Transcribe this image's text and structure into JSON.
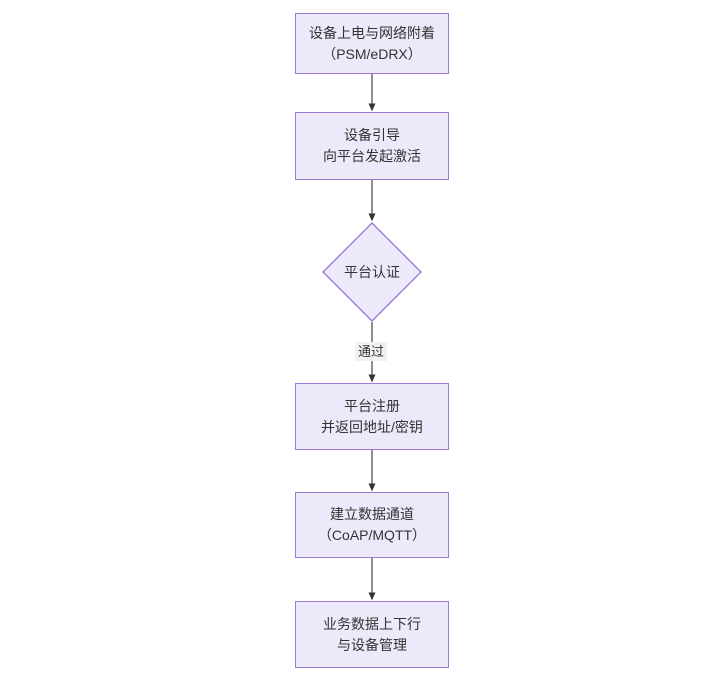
{
  "diagram": {
    "type": "flowchart",
    "orientation": "top-to-bottom",
    "title_visible": false,
    "palette": {
      "node_fill": "#ECEAFA",
      "node_border": "#9E7BD6",
      "text": "#333333",
      "edge_line": "#333333",
      "edge_label_bg": "#F2F2F2",
      "canvas": "#FFFFFF"
    },
    "nodes": [
      {
        "id": "n1",
        "shape": "rectangle",
        "lines": [
          "设备上电与网络附着",
          "（PSM/eDRX）"
        ]
      },
      {
        "id": "n2",
        "shape": "rectangle",
        "lines": [
          "设备引导",
          "向平台发起激活"
        ]
      },
      {
        "id": "n3",
        "shape": "diamond",
        "lines": [
          "平台认证"
        ]
      },
      {
        "id": "n4",
        "shape": "rectangle",
        "lines": [
          "平台注册",
          "并返回地址/密钥"
        ]
      },
      {
        "id": "n5",
        "shape": "rectangle",
        "lines": [
          "建立数据通道",
          "（CoAP/MQTT）"
        ]
      },
      {
        "id": "n6",
        "shape": "rectangle",
        "lines": [
          "业务数据上下行",
          "与设备管理"
        ]
      }
    ],
    "edges": [
      {
        "id": "e1",
        "from": "n1",
        "to": "n2",
        "label": ""
      },
      {
        "id": "e2",
        "from": "n2",
        "to": "n3",
        "label": ""
      },
      {
        "id": "e3",
        "from": "n3",
        "to": "n4",
        "label": "通过"
      },
      {
        "id": "e4",
        "from": "n4",
        "to": "n5",
        "label": ""
      },
      {
        "id": "e5",
        "from": "n5",
        "to": "n6",
        "label": ""
      }
    ]
  }
}
